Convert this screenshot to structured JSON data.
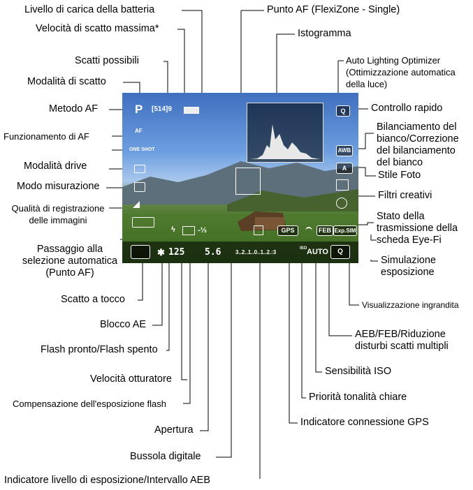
{
  "labels": {
    "battery": "Livello di carica della batteria",
    "max_burst": "Velocità di scatto massima*",
    "shots": "Scatti possibili",
    "shoot_mode": "Modalità di scatto",
    "af_method": "Metodo AF",
    "af_operation": "Funzionamento di AF",
    "drive_mode": "Modalità drive",
    "metering": "Modo misurazione",
    "quality_1": "Qualità di registrazione",
    "quality_2": "delle immagini",
    "af_switch_1": "Passaggio alla",
    "af_switch_2": "selezione automatica",
    "af_switch_3": "(Punto AF)",
    "touch_shutter": "Scatto a tocco",
    "ae_lock": "Blocco AE",
    "flash_ready": "Flash pronto/Flash spento",
    "shutter_speed": "Velocità otturatore",
    "flash_comp": "Compensazione dell'esposizione flash",
    "aperture": "Apertura",
    "compass": "Bussola digitale",
    "exposure_level": "Indicatore livello di esposizione/Intervallo AEB",
    "af_point": "Punto AF (FlexiZone - Single)",
    "histogram": "Istogramma",
    "alo_1": "Auto Lighting Optimizer",
    "alo_2": "(Ottimizzazione automatica",
    "alo_3": "della luce)",
    "quick_control": "Controllo rapido",
    "wb_1": "Bilanciamento del",
    "wb_2": "bianco/Correzione",
    "wb_3": "del bilanciamento",
    "wb_4": "del bianco",
    "picture_style": "Stile Foto",
    "creative_filters": "Filtri creativi",
    "eyefi_1": "Stato della",
    "eyefi_2": "trasmissione della",
    "eyefi_3": "scheda Eye-Fi",
    "exp_sim_1": "Simulazione",
    "exp_sim_2": "esposizione",
    "zoom_view": "Visualizzazione ingrandita",
    "aeb_1": "AEB/FEB/Riduzione",
    "aeb_2": "disturbi scatti multipli",
    "iso": "Sensibilità ISO",
    "highlight_tone": "Priorità tonalità chiare",
    "gps": "Indicatore connessione GPS"
  },
  "screen": {
    "mode": "P",
    "shots": "[514]",
    "burst": "9",
    "af_icon": "AF",
    "one_shot": "ONE SHOT",
    "quick": "Q",
    "wb": "AWB",
    "style": "A",
    "shutter": "125",
    "aperture": "5.6",
    "flash_comp": "-⅓",
    "ae_lock": "✱",
    "scale": "3..2..1..0..1..2.:3",
    "gps": "GPS",
    "feb": "FEB",
    "iso_prefix": "ISO",
    "iso": "AUTO",
    "expsim": "Exp.SIM",
    "zoom": "Q"
  },
  "colors": {
    "line": "#000000",
    "screen_text": "#ffffff"
  }
}
